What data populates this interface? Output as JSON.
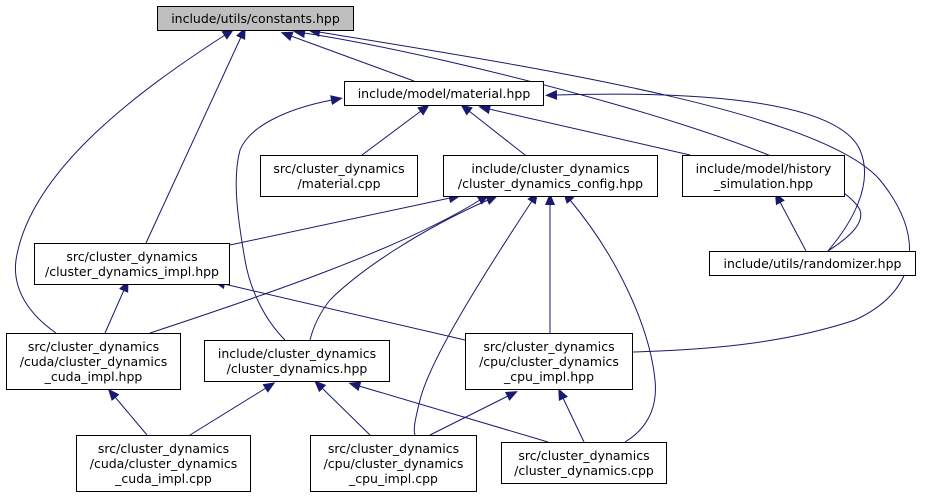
{
  "colors": {
    "edge": "#191970",
    "root_fill": "#bfbfbf",
    "node_fill": "#ffffff",
    "border": "#000000"
  },
  "nodes": {
    "constants": [
      "include/utils/constants.hpp"
    ],
    "material": [
      "include/model/material.hpp"
    ],
    "material_cpp": [
      "src/cluster_dynamics",
      "/material.cpp"
    ],
    "config": [
      "include/cluster_dynamics",
      "/cluster_dynamics_config.hpp"
    ],
    "history": [
      "include/model/history",
      "_simulation.hpp"
    ],
    "impl": [
      "src/cluster_dynamics",
      "/cluster_dynamics_impl.hpp"
    ],
    "randomizer": [
      "include/utils/randomizer.hpp"
    ],
    "cuda_hpp": [
      "src/cluster_dynamics",
      "/cuda/cluster_dynamics",
      "_cuda_impl.hpp"
    ],
    "cd_hpp": [
      "include/cluster_dynamics",
      "/cluster_dynamics.hpp"
    ],
    "cpu_hpp": [
      "src/cluster_dynamics",
      "/cpu/cluster_dynamics",
      "_cpu_impl.hpp"
    ],
    "cuda_cpp": [
      "src/cluster_dynamics",
      "/cuda/cluster_dynamics",
      "_cuda_impl.cpp"
    ],
    "cpu_cpp": [
      "src/cluster_dynamics",
      "/cpu/cluster_dynamics",
      "_cpu_impl.cpp"
    ],
    "cd_cpp": [
      "src/cluster_dynamics",
      "/cluster_dynamics.cpp"
    ]
  },
  "edges": [
    [
      "constants",
      "material"
    ],
    [
      "constants",
      "impl"
    ],
    [
      "constants",
      "cuda_hpp"
    ],
    [
      "constants",
      "randomizer"
    ],
    [
      "constants",
      "cpu_hpp"
    ],
    [
      "material",
      "material_cpp"
    ],
    [
      "material",
      "config"
    ],
    [
      "material",
      "history"
    ],
    [
      "material",
      "randomizer"
    ],
    [
      "material",
      "cd_hpp"
    ],
    [
      "config",
      "impl"
    ],
    [
      "config",
      "cuda_hpp"
    ],
    [
      "config",
      "cd_hpp"
    ],
    [
      "config",
      "cpu_hpp"
    ],
    [
      "config",
      "cpu_cpp"
    ],
    [
      "config",
      "cd_cpp"
    ],
    [
      "history",
      "randomizer"
    ],
    [
      "impl",
      "cuda_hpp"
    ],
    [
      "impl",
      "cpu_hpp"
    ],
    [
      "cuda_hpp",
      "cuda_cpp"
    ],
    [
      "cd_hpp",
      "cuda_cpp"
    ],
    [
      "cd_hpp",
      "cpu_cpp"
    ],
    [
      "cd_hpp",
      "cd_cpp"
    ],
    [
      "cpu_hpp",
      "cpu_cpp"
    ],
    [
      "cpu_hpp",
      "cd_cpp"
    ]
  ]
}
